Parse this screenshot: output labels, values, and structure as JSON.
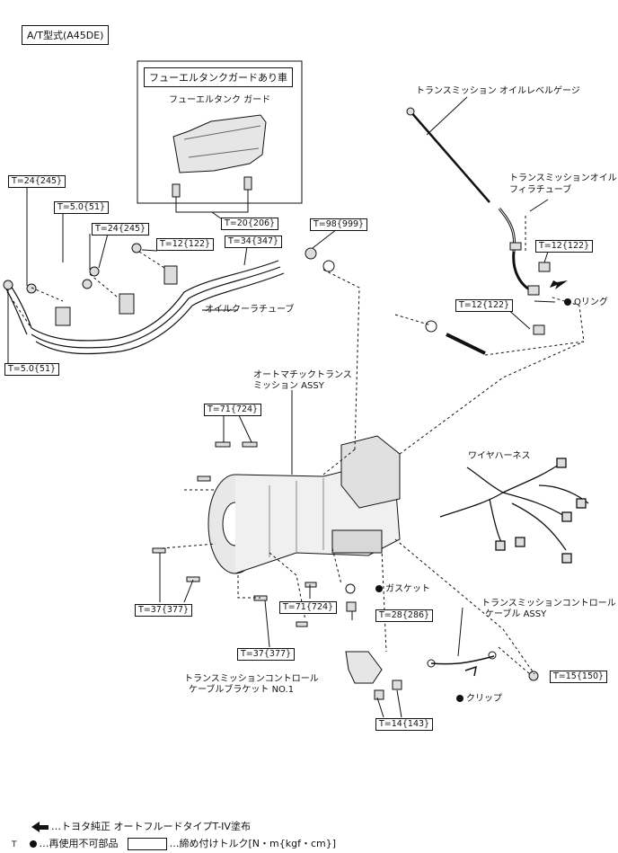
{
  "title": "A/T型式(A45DE)",
  "inset": {
    "header": "フューエルタンクガードあり車",
    "part_label": "フューエルタンク ガード"
  },
  "parts": {
    "level_gauge": "トランスミッション オイルレベルゲージ",
    "filler_tube_1": "トランスミッションオイル",
    "filler_tube_2": "フィラチューブ",
    "o_ring": "Oリング",
    "cooler_tube": "オイルクーラチューブ",
    "at_assy_1": "オートマチックトランス",
    "at_assy_2": "ミッション ASSY",
    "wire_harness": "ワイヤハーネス",
    "gasket": "ガスケット",
    "control_cable_1": "トランスミッションコントロール",
    "control_cable_2": "ケーブル ASSY",
    "cable_bracket_1": "トランスミッションコントロール",
    "cable_bracket_2": "ケーブルブラケット NO.1",
    "clip": "クリップ"
  },
  "torques": {
    "t_24a": "T=24{245}",
    "t_50a": "T=5.0{51}",
    "t_24b": "T=24{245}",
    "t_12a": "T=12{122}",
    "t_34": "T=34{347}",
    "t_20": "T=20{206}",
    "t_98": "T=98{999}",
    "t_12b": "T=12{122}",
    "t_12c": "T=12{122}",
    "t_50b": "T=5.0{51}",
    "t_71a": "T=71{724}",
    "t_37a": "T=37{377}",
    "t_71b": "T=71{724}",
    "t_28": "T=28{286}",
    "t_37b": "T=37{377}",
    "t_15": "T=15{150}",
    "t_14": "T=14{143}"
  },
  "legend": {
    "arrow_text": "…トヨタ純正 オートフルードタイプT-IV塗布",
    "t_symbol": "T",
    "dot_text": "…再使用不可部品",
    "box_text": "…締め付けトルク[N・m{kgf・cm}]"
  }
}
